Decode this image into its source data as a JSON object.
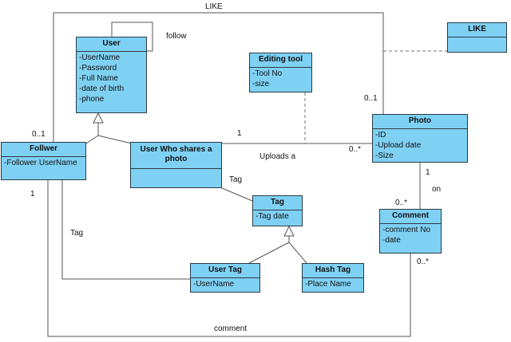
{
  "classes": {
    "user": {
      "name": "User",
      "attributes": [
        "-UserName",
        "-Password",
        "-Full Name",
        "-date of birth",
        "-phone"
      ]
    },
    "follower": {
      "name": "Follwer",
      "attributes": [
        "-Follower UserName"
      ]
    },
    "sharer": {
      "name": "User Who shares a photo",
      "attributes": []
    },
    "editing_tool": {
      "name": "Editing tool",
      "attributes": [
        "-Tool No",
        "-size"
      ]
    },
    "like": {
      "name": "LIKE",
      "attributes": []
    },
    "photo": {
      "name": "Photo",
      "attributes": [
        "-ID",
        "-Upload date",
        "-Size"
      ]
    },
    "tag": {
      "name": "Tag",
      "attributes": [
        "-Tag date"
      ]
    },
    "comment": {
      "name": "Comment",
      "attributes": [
        "-comment No",
        "-date"
      ]
    },
    "user_tag": {
      "name": "User Tag",
      "attributes": [
        "-UserName"
      ]
    },
    "hash_tag": {
      "name": "Hash Tag",
      "attributes": [
        "-Place Name"
      ]
    }
  },
  "labels": {
    "like_assoc": "LIKE",
    "follow": "follow",
    "uploads": "Uploads a",
    "tag_sharer": "Tag",
    "tag_follower": "Tag",
    "on": "on",
    "comment_assoc": "comment",
    "mult_follower_top": "0..1",
    "mult_follower_bottom": "1",
    "mult_sharer_photo": "1",
    "mult_photo_sharer": "0..*",
    "mult_photo_top": "0..1",
    "mult_photo_comment": "1",
    "mult_comment_top": "0..*",
    "mult_comment_bottom": "0..*"
  }
}
